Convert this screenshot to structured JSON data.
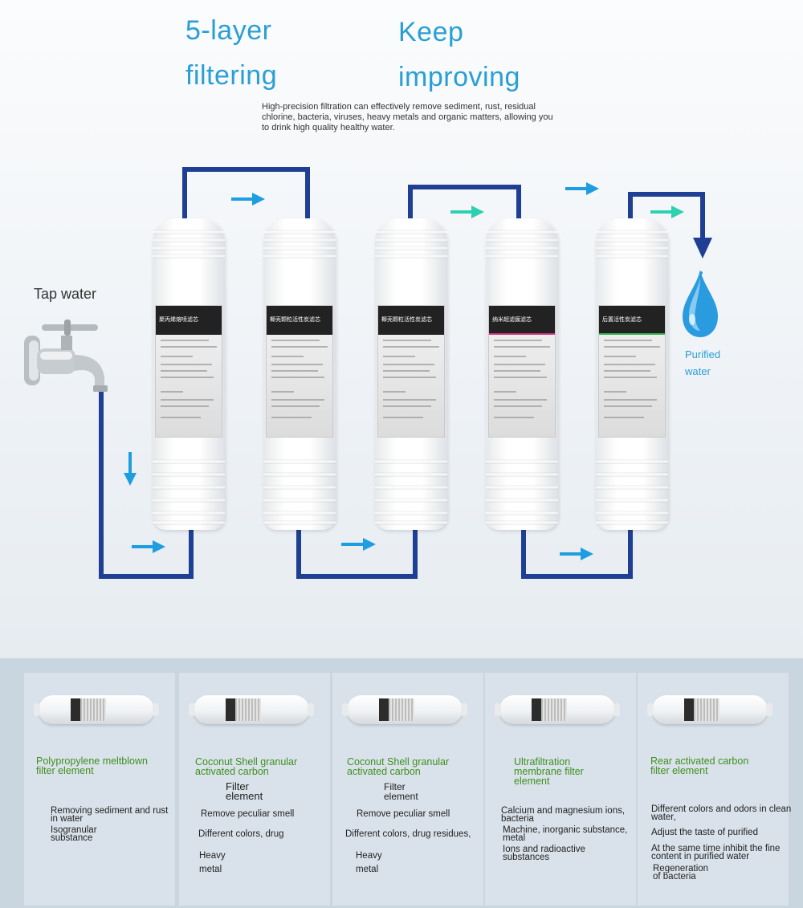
{
  "header": {
    "title_left_1": "5-layer",
    "title_left_2": "filtering",
    "title_right_1": "Keep",
    "title_right_2": "improving",
    "description_1": "High-precision filtration can effectively remove sediment, rust, residual",
    "description_2": "chlorine, bacteria, viruses, heavy metals and organic matters, allowing you",
    "description_3": "to drink high quality healthy water."
  },
  "diagram": {
    "tap_label": "Tap water",
    "purified_1": "Purified",
    "purified_2": "water",
    "cartridges": [
      {
        "label_cn": "聚丙烯熔喷滤芯",
        "stripe": "#222222"
      },
      {
        "label_cn": "椰壳颗粒活性炭滤芯",
        "stripe": "#222222"
      },
      {
        "label_cn": "椰壳颗粒活性炭滤芯",
        "stripe": "#222222"
      },
      {
        "label_cn": "纳米超滤膜滤芯",
        "stripe": "#d0347a"
      },
      {
        "label_cn": "后置活性炭滤芯",
        "stripe": "#2fb34a"
      }
    ]
  },
  "colors": {
    "pipe": "#1e3f94",
    "arrow_blue": "#1e9ee0",
    "arrow_teal": "#2fd0b0",
    "headline": "#2a9fd6",
    "card_title": "#3f8f1f"
  },
  "cards": [
    {
      "title_1": "Polypropylene meltblown",
      "title_2": "filter element",
      "text_1": "Removing sediment and rust",
      "text_2": "in water",
      "text_3": "Isogranular",
      "text_4": "substance"
    },
    {
      "title_1": "Coconut Shell granular",
      "title_2": "activated carbon",
      "title_3": "Filter",
      "title_4": "element",
      "text_1": "Remove peculiar smell",
      "text_2": "Different colors, drug",
      "text_3": "Heavy",
      "text_4": "metal"
    },
    {
      "title_1": "Coconut Shell granular",
      "title_2": "activated carbon",
      "title_3": "Filter",
      "title_4": "element",
      "text_1": "Remove peculiar smell",
      "text_2": "Different colors, drug residues,",
      "text_3": "Heavy",
      "text_4": "metal"
    },
    {
      "title_1": "Ultrafiltration",
      "title_2": "membrane filter",
      "title_3": "element",
      "text_1": "Calcium and magnesium ions,",
      "text_2": "bacteria",
      "text_3": "Machine, inorganic substance,",
      "text_4": "metal",
      "text_5": "Ions and radioactive",
      "text_6": "substances"
    },
    {
      "title_1": "Rear activated carbon",
      "title_2": "filter element",
      "text_1": "Different colors and odors in clean",
      "text_2": "water,",
      "text_3": "Adjust the taste of purified",
      "text_4": "At the same time inhibit the fine",
      "text_5": "content in purified water",
      "text_6": "Regeneration",
      "text_7": "of bacteria"
    }
  ]
}
